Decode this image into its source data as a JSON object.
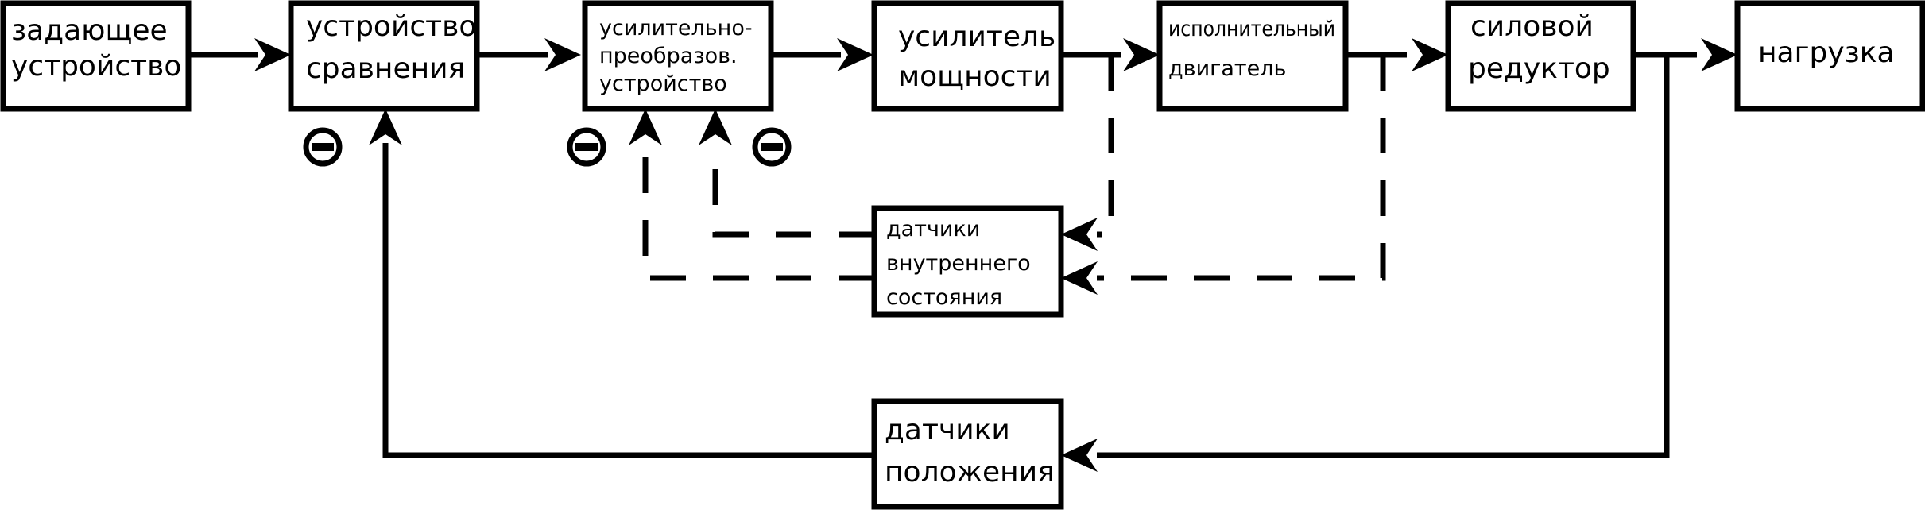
{
  "blocks": {
    "master_device": {
      "line1": "задающее",
      "line2": "устройство"
    },
    "comparator": {
      "line1": "устройство",
      "line2": "сравнения"
    },
    "amp_converter": {
      "line1": "усилительно-",
      "line2": "преобразов.",
      "line3": "устройство"
    },
    "power_amp": {
      "line1": "усилитель",
      "line2": "мощности"
    },
    "actuator_motor": {
      "line1": "исполнительный",
      "line2": "двигатель"
    },
    "power_gearbox": {
      "line1": "силовой",
      "line2": "редуктор"
    },
    "load": {
      "line1": "нагрузка"
    },
    "internal_sensors": {
      "line1": "датчики",
      "line2": "внутреннего",
      "line3": "состояния"
    },
    "position_sensors": {
      "line1": "датчики",
      "line2": "положения"
    }
  },
  "signs": {
    "comparator_minus": "minus-sign-icon",
    "amp_converter_minus_left": "minus-sign-icon",
    "amp_converter_minus_right": "minus-sign-icon"
  },
  "line_styles": {
    "main_path": "solid",
    "internal_feedback": "dashed"
  },
  "colors": {
    "stroke": "#000000",
    "background": "#ffffff"
  }
}
